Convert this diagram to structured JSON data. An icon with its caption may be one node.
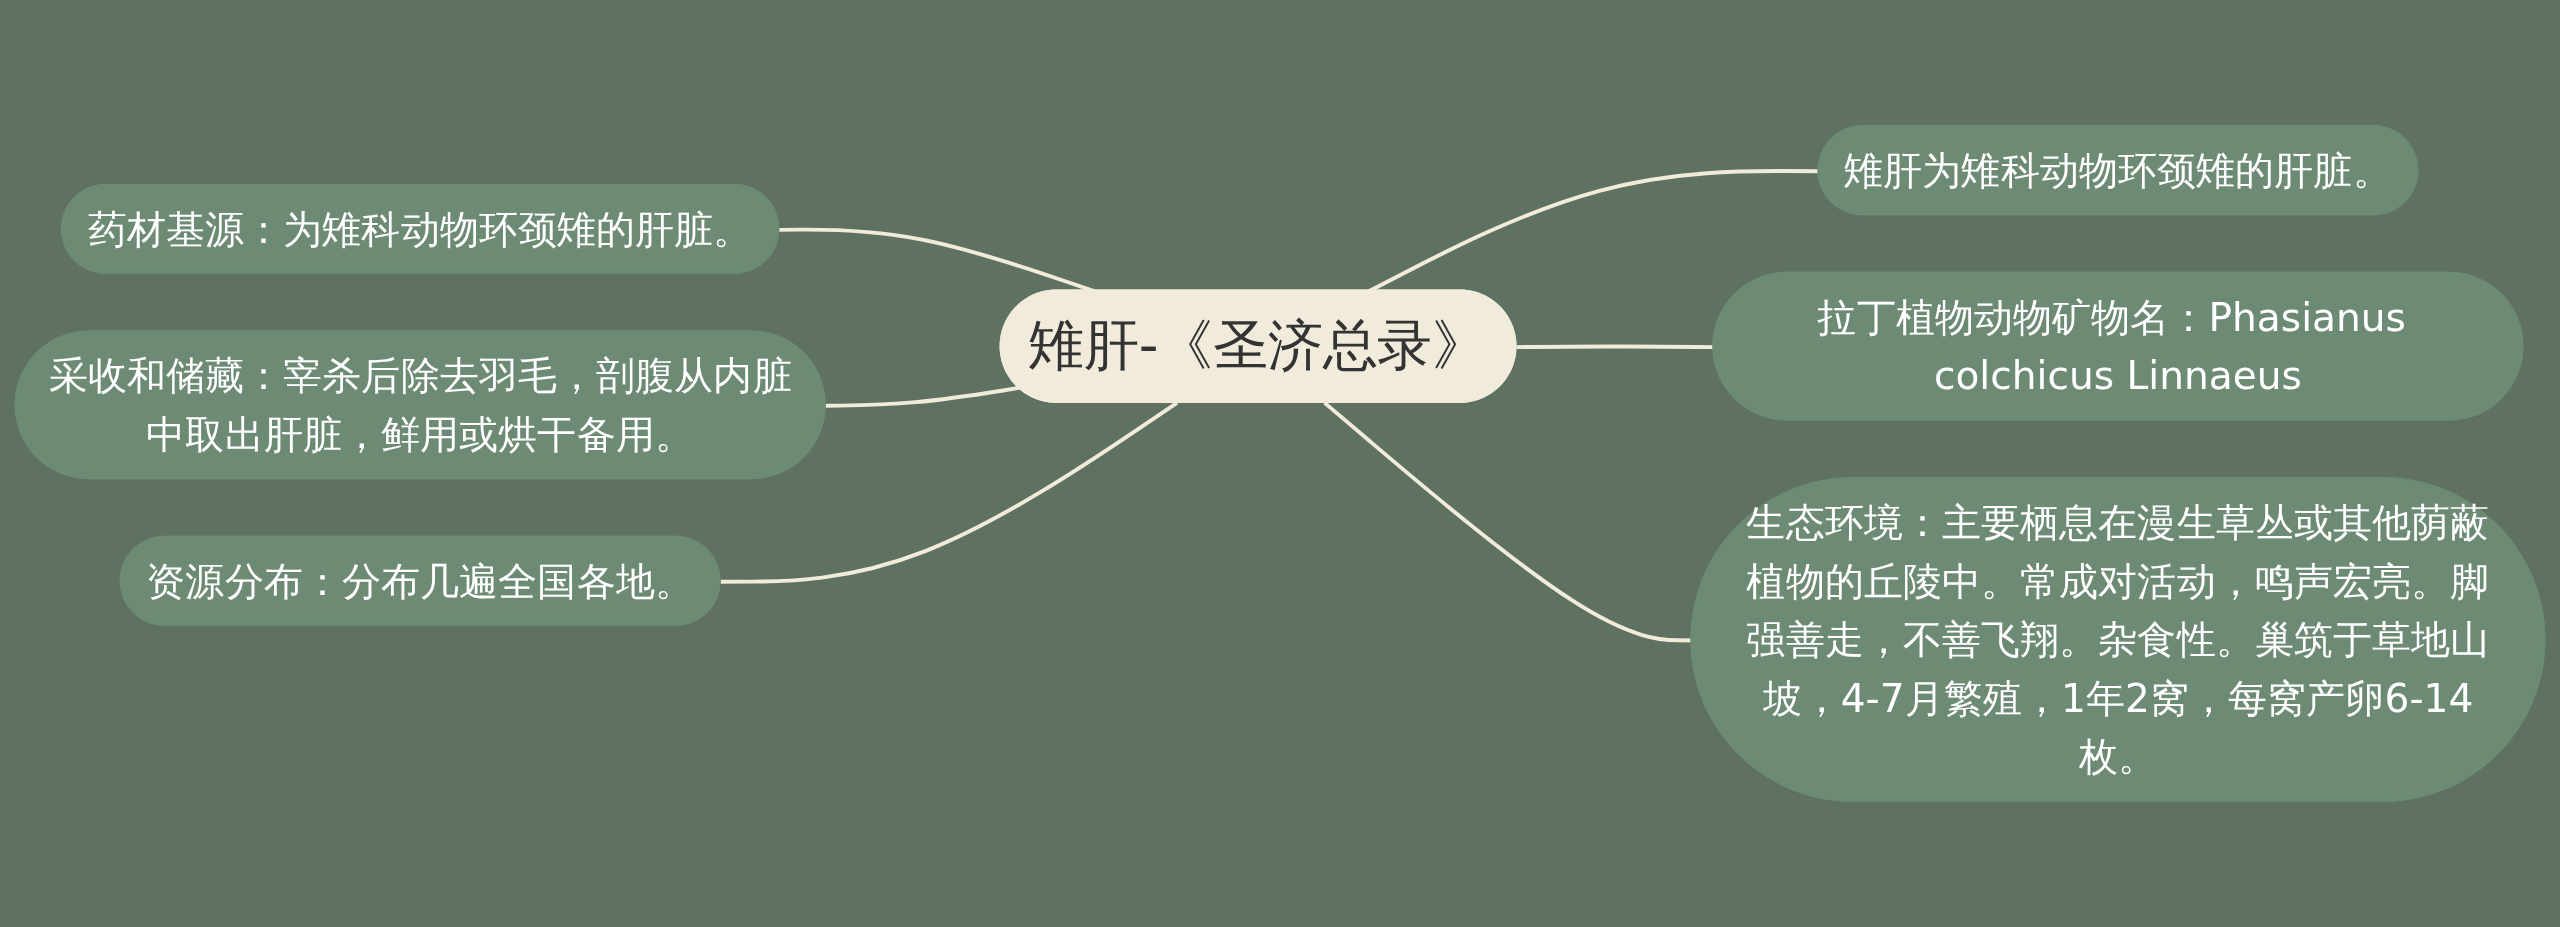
{
  "diagram": {
    "nodes": [
      {
        "text": [
          "雉肝-《圣济总录》"
        ]
      },
      {
        "text": [
          "药材基源：为雉科动物环颈雉的肝脏。"
        ]
      },
      {
        "text": [
          "采收和储藏：宰杀后除去羽毛，剖腹从内脏中取出肝脏，鲜用或烘干备用。"
        ]
      },
      {
        "text": [
          "资源分布：分布几遍全国各地。"
        ]
      },
      {
        "text": [
          "雉肝为雉科动物环颈雉的肝脏。"
        ]
      },
      {
        "text": [
          "拉丁植物动物矿物名：Phasianus colchicus Linnaeus"
        ]
      },
      {
        "text": [
          "生态环境：主要栖息在漫生草丛或其他荫蔽植物的丘陵中。常成对活动，鸣声宏亮。脚强善走，不善飞翔。杂食性。巢筑于草地山坡，4-7月繁殖，1年2窝，每窝产卵6-14枚。"
        ]
      }
    ],
    "edges": [
      {
        "from": 1,
        "to": 0,
        "arrow": "none"
      },
      {
        "from": 2,
        "to": 0,
        "arrow": "none"
      },
      {
        "from": 3,
        "to": 0,
        "arrow": "none"
      },
      {
        "from": 0,
        "to": 4,
        "arrow": "none"
      },
      {
        "from": 0,
        "to": 5,
        "arrow": "none"
      },
      {
        "from": 0,
        "to": 6,
        "arrow": "none"
      }
    ]
  }
}
